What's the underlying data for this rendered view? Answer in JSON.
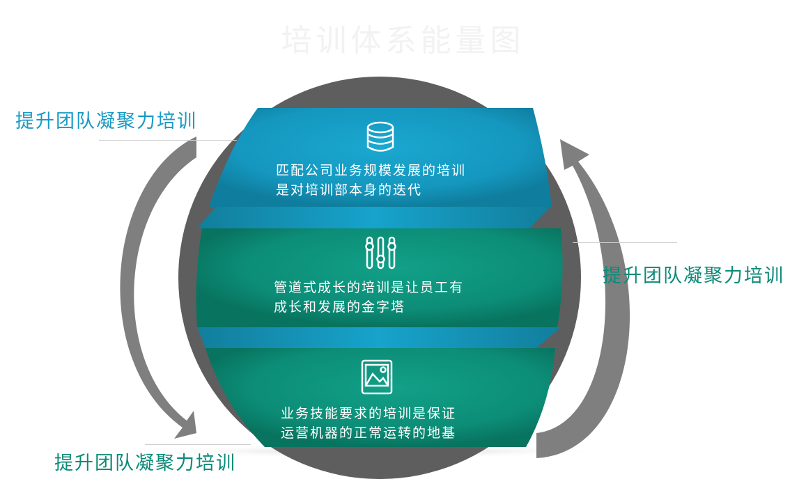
{
  "title": "培训体系能量图",
  "labels": {
    "top_left": "提升团队凝聚力培训",
    "right": "提升团队凝聚力培训",
    "bottom_left": "提升团队凝聚力培训"
  },
  "bands": [
    {
      "icon": "database-icon",
      "line1": "匹配公司业务规模发展的培训",
      "line2": "是对培训部本身的迭代"
    },
    {
      "icon": "sliders-icon",
      "line1": "管道式成长的培训是让员工有",
      "line2": "成长和发展的金字塔"
    },
    {
      "icon": "image-icon",
      "line1": "业务技能要求的培训是保证",
      "line2": "运营机器的正常运转的地基"
    }
  ],
  "colors": {
    "blue": "#1a9cc6",
    "teal": "#0e8c78",
    "circle": "#5e5e5e",
    "arrow": "#7f7f7f"
  }
}
